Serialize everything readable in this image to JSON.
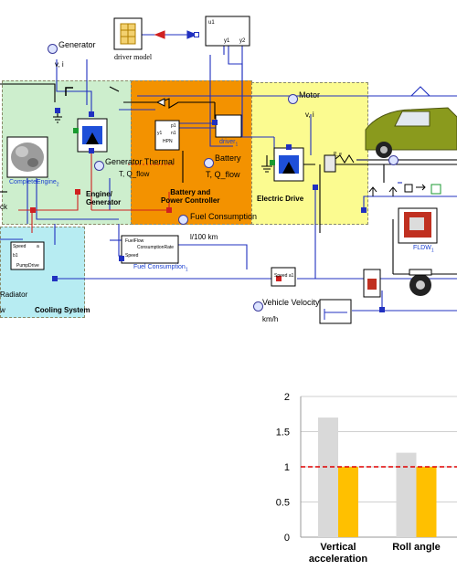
{
  "diagram": {
    "driver_model": "driver model",
    "generator_sensor": "Generator",
    "generator_vi": "v, i",
    "motor_sensor": "Motor",
    "motor_vi": "v, i",
    "battery_sensor": "Battery",
    "battery_tq": "T, Q_flow",
    "generator_thermal": "Generator Thermal",
    "generator_tq": "T, Q_flow",
    "fuel_consumption_sensor": "Fuel Consumption",
    "fuel_unit": "l/100 km",
    "vehicle_velocity_sensor": "Vehicle Velocity",
    "velocity_unit": "km/h",
    "complete_engine": "CompleteEngine",
    "complete_engine_sub": "2",
    "engine_generator": [
      "Engine/",
      "Generator"
    ],
    "battery_power": [
      "Battery and",
      "Power Controller"
    ],
    "electric_drive": "Electric Drive",
    "cooling_system": "Cooling System",
    "radiator": "Radiator",
    "ck_fragment": "ck",
    "w_fragment": "w",
    "driver_block": "driver",
    "driver_sub": "1",
    "fuel_consumption_block": "Fuel Consumption",
    "fuel_consumption_sub": "1",
    "fuel_flow_port": "FuelFlow",
    "consumption_rate_port": "ConsumptionRate",
    "speed_port": "Speed",
    "pump_speed": "Speed",
    "pump_label": "PumpDrive",
    "pump_port_b1": "b1",
    "pump_port_a": "a",
    "speed_a1": "Speed",
    "speed_a1_port": "a1",
    "fldw": "FLDW",
    "fldw_sub": "1",
    "u1_top": "u1",
    "y1_top": "y1",
    "y2_top": "y2",
    "hpn_y1": "y1",
    "hpn_p1": "p1",
    "hpn_n1": "n1",
    "hpn_label": "HPN",
    "pe_label": "P_e"
  },
  "chart_data": {
    "type": "bar",
    "categories": [
      "Vertical acceleration",
      "Roll angle"
    ],
    "category_lines": [
      [
        "Vertical",
        "acceleration"
      ],
      [
        "Roll angle"
      ]
    ],
    "series": [
      {
        "values": [
          1.7,
          1.2
        ],
        "color": "#d9d9d9"
      },
      {
        "values": [
          1.0,
          1.0
        ],
        "color": "#ffc000"
      }
    ],
    "reference_line": {
      "value": 1.0,
      "color": "#e00000",
      "style": "dashed"
    },
    "ylim": [
      0,
      2
    ],
    "yticks": [
      "0",
      "0.5",
      "1",
      "1.5",
      "2"
    ],
    "grid": true
  }
}
